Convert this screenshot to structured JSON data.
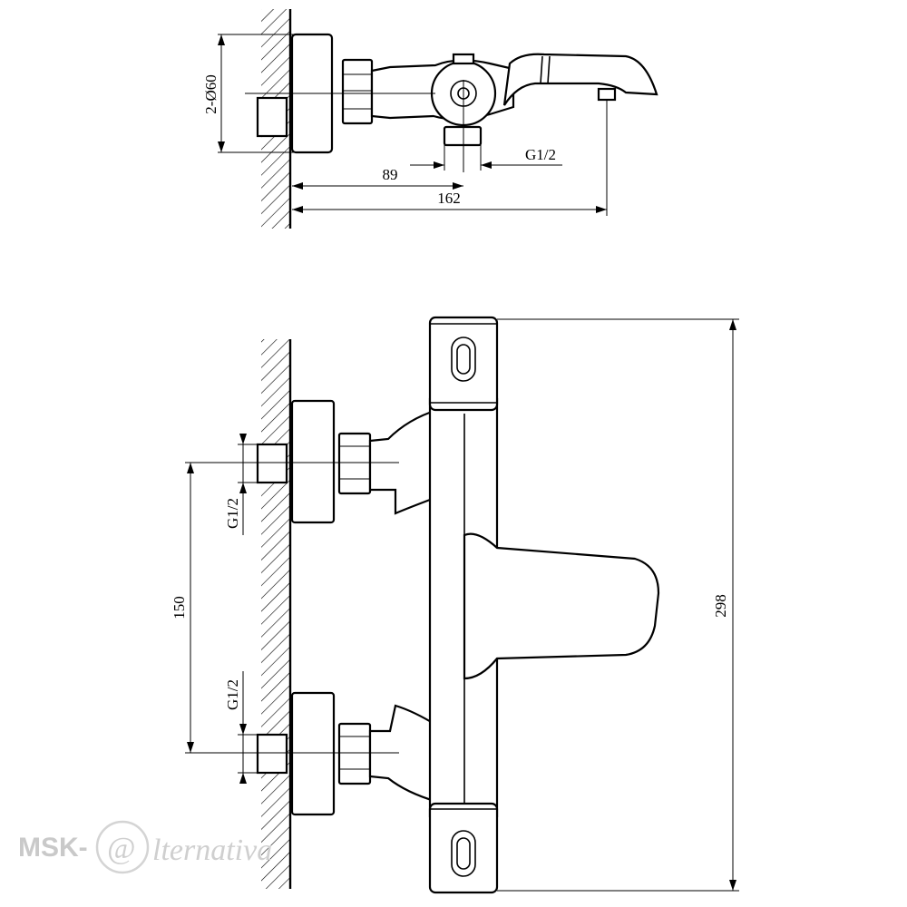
{
  "top_view": {
    "dim_diameter": "2-Ø60",
    "dim_offset": "89",
    "dim_reach": "162",
    "dim_thread": "G1/2"
  },
  "front_view": {
    "dim_centers": "150",
    "dim_height": "298",
    "dim_thread_upper": "G1/2",
    "dim_thread_lower": "G1/2"
  },
  "watermark": {
    "prefix": "MSK-",
    "at_symbol": "@",
    "suffix": "lternativa"
  }
}
